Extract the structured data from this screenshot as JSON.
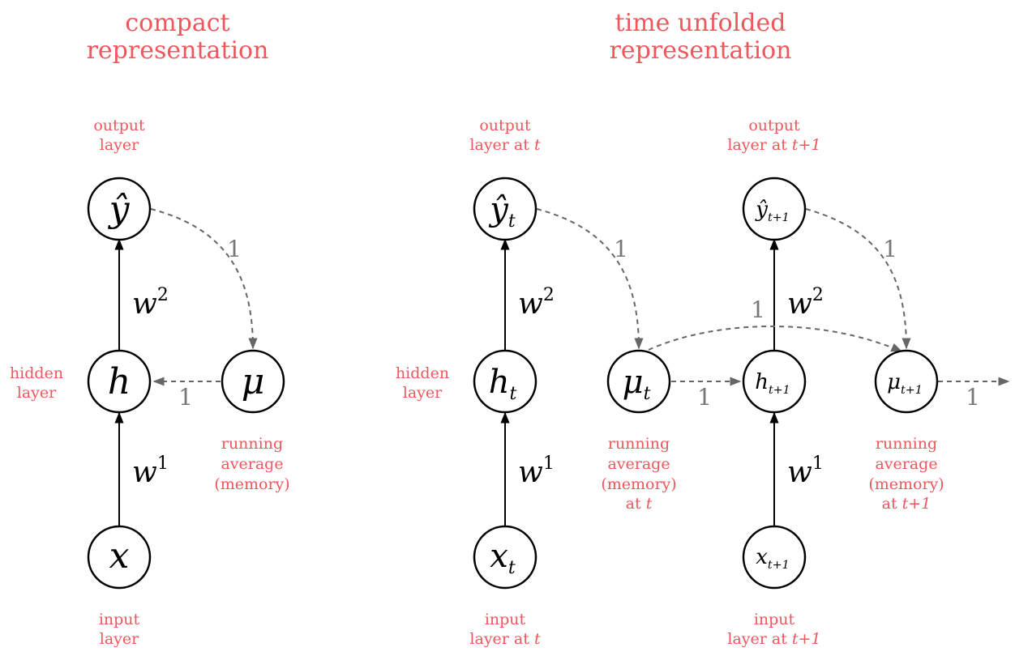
{
  "titles": {
    "compact_line1": "compact",
    "compact_line2": "representation",
    "unfolded_line1": "time unfolded",
    "unfolded_line2": "representation"
  },
  "labels": {
    "output_layer_1": "output",
    "output_layer_2": "layer",
    "hidden_layer_1": "hidden",
    "hidden_layer_2": "layer",
    "input_layer_1": "input",
    "input_layer_2": "layer",
    "running_1": "running",
    "running_2": "average",
    "running_3": "(memory)",
    "output_t_1": "output",
    "output_t_2": "layer at ",
    "output_t_var": "t",
    "output_t1_1": "output",
    "output_t1_2": "layer at ",
    "output_t1_var": "t+1",
    "hidden_u_1": "hidden",
    "hidden_u_2": "layer",
    "input_t_1": "input",
    "input_t_2": "layer at ",
    "input_t_var": "t",
    "input_t1_1": "input",
    "input_t1_2": "layer at ",
    "input_t1_var": "t+1",
    "running_t_1": "running",
    "running_t_2": "average",
    "running_t_3": "(memory)",
    "running_t_4": "at ",
    "running_t_var": "t",
    "running_t1_1": "running",
    "running_t1_2": "average",
    "running_t1_3": "(memory)",
    "running_t1_4": "at ",
    "running_t1_var": "t+1"
  },
  "nodes": {
    "y_hat": "ŷ",
    "h": "h",
    "mu": "μ",
    "x": "x",
    "y_hat_t_base": "ŷ",
    "y_hat_t_sub": "t",
    "h_t_base": "h",
    "h_t_sub": "t",
    "mu_t_base": "μ",
    "mu_t_sub": "t",
    "x_t_base": "x",
    "x_t_sub": "t",
    "y_hat_t1_base": "ŷ",
    "y_hat_t1_sub": "t+1",
    "h_t1_base": "h",
    "h_t1_sub": "t+1",
    "mu_t1_base": "μ",
    "mu_t1_sub": "t+1",
    "x_t1_base": "x",
    "x_t1_sub": "t+1"
  },
  "weights": {
    "w_base": "w",
    "w1_sup": "1",
    "w2_sup": "2"
  },
  "edge_labels": {
    "one": "1"
  },
  "colors": {
    "label": "#f0565c",
    "node_stroke": "#000000",
    "dashed_edge": "#666666"
  }
}
